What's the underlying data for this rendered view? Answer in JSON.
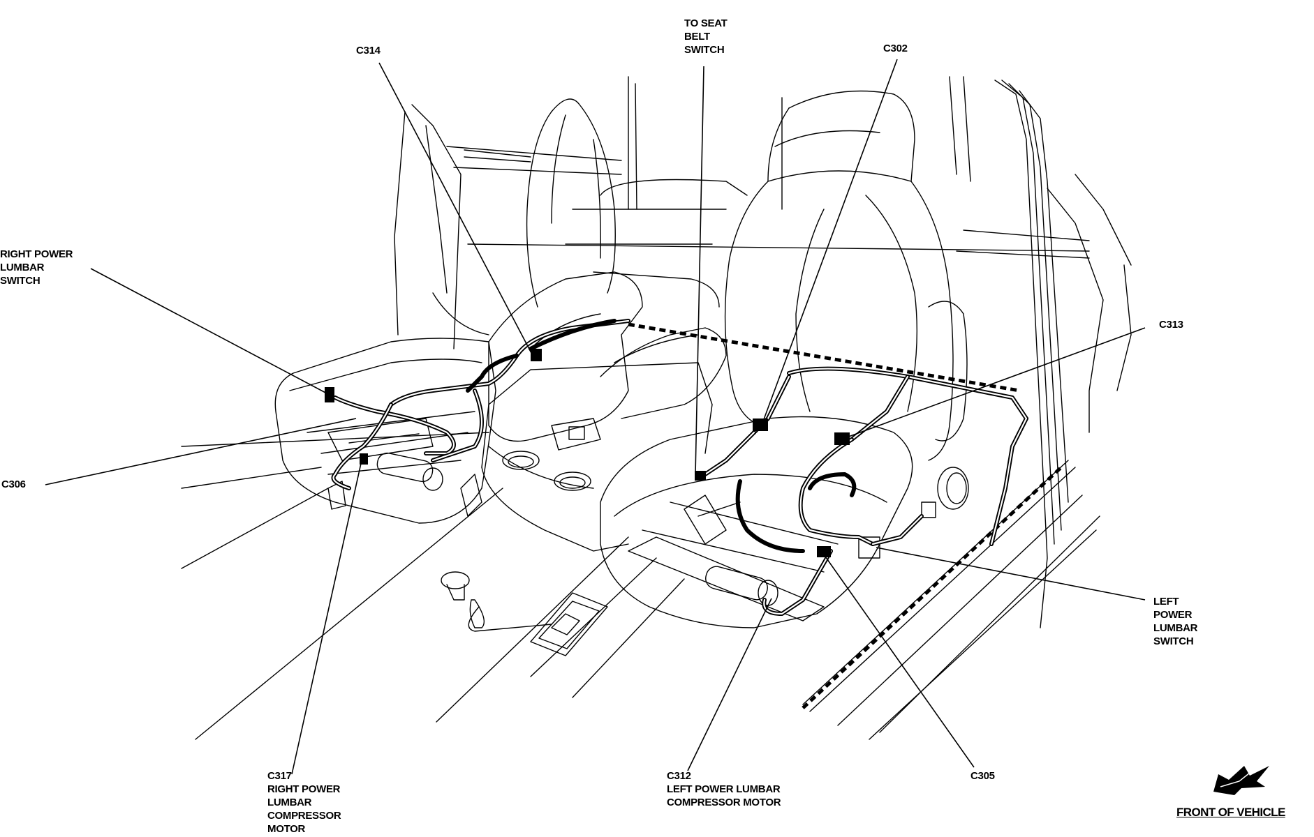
{
  "labels": {
    "c314": [
      "C314"
    ],
    "to_seat_belt_switch": [
      "TO SEAT",
      "BELT",
      "SWITCH"
    ],
    "c302": [
      "C302"
    ],
    "right_power_lumbar_switch": [
      "RIGHT POWER",
      "LUMBAR",
      "SWITCH"
    ],
    "c313": [
      "C313"
    ],
    "c306": [
      "C306"
    ],
    "left_power_lumbar_switch": [
      "LEFT",
      "POWER",
      "LUMBAR",
      "SWITCH"
    ],
    "c317": [
      "C317",
      "RIGHT POWER",
      "LUMBAR",
      "COMPRESSOR",
      "MOTOR"
    ],
    "c312": [
      "C312",
      "LEFT POWER LUMBAR",
      "COMPRESSOR MOTOR"
    ],
    "c305": [
      "C305"
    ]
  },
  "footer": {
    "front_of_vehicle": "FRONT OF VEHICLE"
  },
  "icons": {
    "direction": "front-of-vehicle-arrow-icon"
  }
}
